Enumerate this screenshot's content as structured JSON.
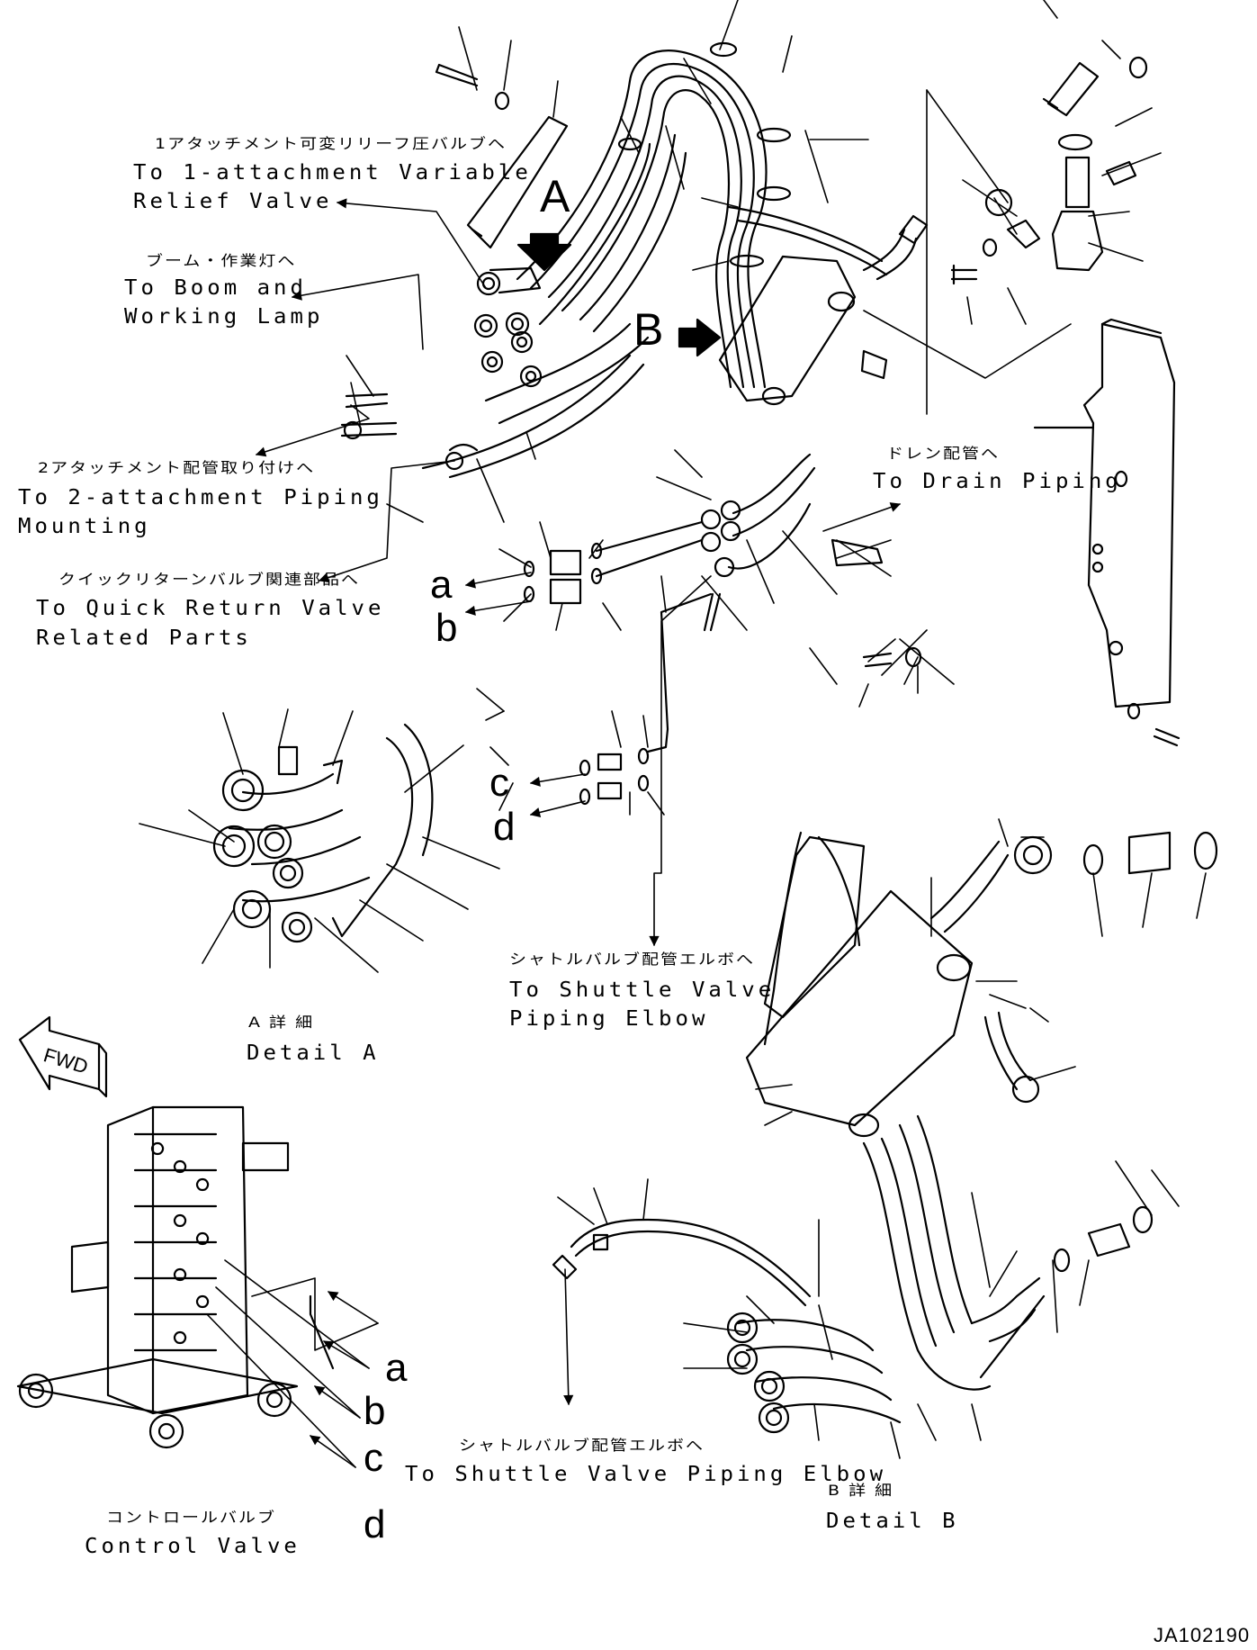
{
  "labels": {
    "to_1_attachment_jp": "1アタッチメント可変リリーフ圧バルブへ",
    "to_1_attachment_en_1": "To 1-attachment Variable",
    "to_1_attachment_en_2": "Relief Valve",
    "boom_lamp_jp": "ブーム・作業灯へ",
    "boom_lamp_en_1": "To Boom and",
    "boom_lamp_en_2": "Working Lamp",
    "attach2_jp": "2アタッチメント配管取り付けへ",
    "attach2_en_1": "To 2-attachment Piping",
    "attach2_en_2": "Mounting",
    "quick_return_jp": "クイックリターンバルブ関連部品へ",
    "quick_return_en_1": "To Quick Return Valve",
    "quick_return_en_2": "Related Parts",
    "drain_jp": "ドレン配管へ",
    "drain_en": "To Drain Piping",
    "shuttle_jp_1": "シャトルバルブ配管エルボへ",
    "shuttle_en_1a": "To Shuttle Valve",
    "shuttle_en_1b": "Piping Elbow",
    "shuttle_jp_2": "シャトルバルブ配管エルボへ",
    "shuttle_en_2": "To Shuttle Valve Piping Elbow",
    "detail_a_jp": "A 詳 細",
    "detail_a_en": "Detail A",
    "detail_b_jp": "B 詳 細",
    "detail_b_en": "Detail B",
    "control_valve_jp": "コントロールバルブ",
    "control_valve_en": "Control Valve",
    "fwd": "FWD",
    "view_a": "A",
    "view_b": "B",
    "a": "a",
    "b": "b",
    "c": "c",
    "d": "d",
    "drawing_id": "JA102190"
  }
}
